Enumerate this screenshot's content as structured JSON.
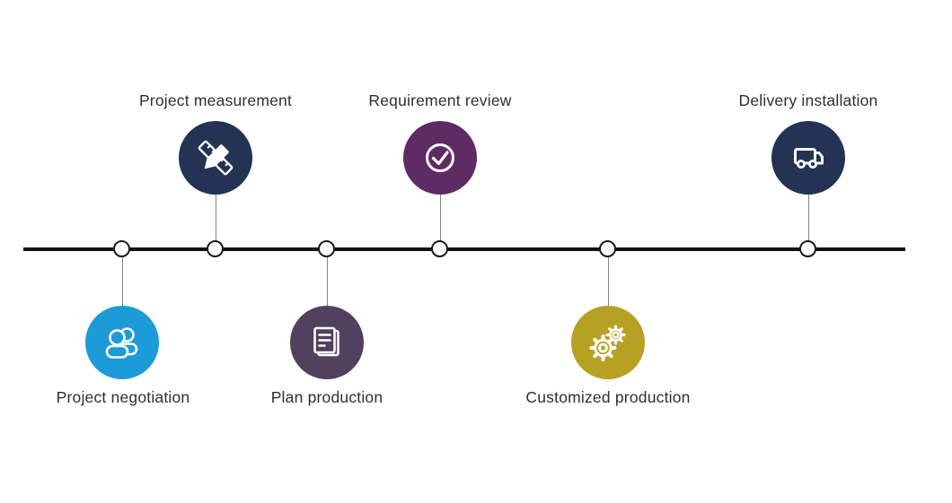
{
  "diagram": {
    "type": "process-timeline",
    "background_color": "#ffffff",
    "line_color": "#111111",
    "node_fill": "#ffffff",
    "node_stroke": "#1a1a1a",
    "connector_color": "#848484",
    "label_color": "#303030",
    "steps": [
      {
        "label": "Project negotiation",
        "side": "below",
        "color": "#1d9bd9",
        "icon": "users-icon"
      },
      {
        "label": "Project measurement",
        "side": "above",
        "color": "#243253",
        "icon": "ruler-pencil-icon"
      },
      {
        "label": "Plan production",
        "side": "below",
        "color": "#52405f",
        "icon": "document-icon"
      },
      {
        "label": "Requirement review",
        "side": "above",
        "color": "#5e2b63",
        "icon": "check-circle-icon"
      },
      {
        "label": "Customized production",
        "side": "below",
        "color": "#b7a125",
        "icon": "gears-icon"
      },
      {
        "label": "Delivery installation",
        "side": "above",
        "color": "#243253",
        "icon": "truck-icon"
      }
    ]
  }
}
